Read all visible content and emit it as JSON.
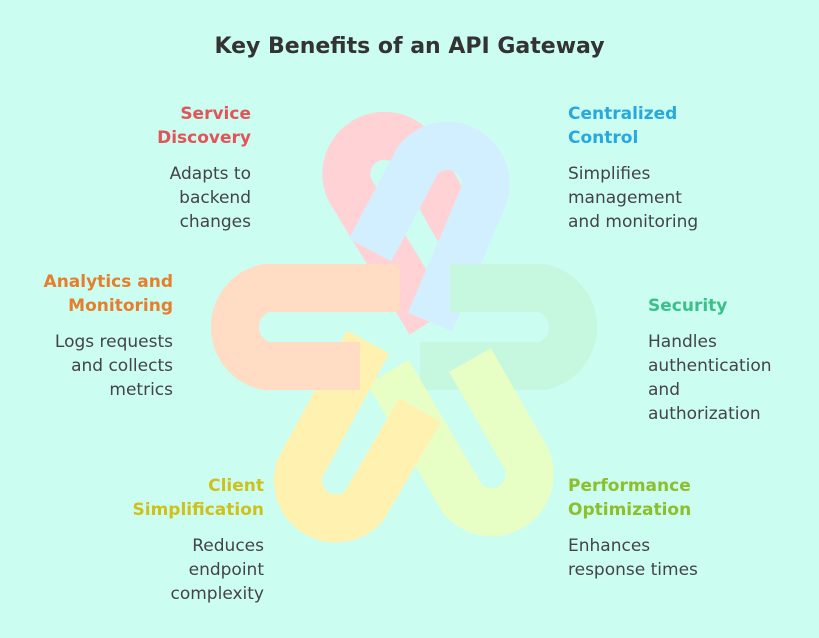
{
  "title": "Key Benefits of an API Gateway",
  "benefits": [
    {
      "heading_lines": [
        "Service",
        "Discovery"
      ],
      "desc_lines": [
        "Adapts to",
        "backend",
        "changes"
      ],
      "color": "#e3545a",
      "shape_color": "#ffd3d6"
    },
    {
      "heading_lines": [
        "Centralized",
        "Control"
      ],
      "desc_lines": [
        "Simplifies",
        "management",
        "and monitoring"
      ],
      "color": "#28a8dc",
      "shape_color": "#d2efff"
    },
    {
      "heading_lines": [
        "Security"
      ],
      "desc_lines": [
        "Handles",
        "authentication",
        "and",
        "authorization"
      ],
      "color": "#3cbf8a",
      "shape_color": "#c6f8e0"
    },
    {
      "heading_lines": [
        "Performance",
        "Optimization"
      ],
      "desc_lines": [
        "Enhances",
        "response times"
      ],
      "color": "#8cbf2a",
      "shape_color": "#e7ffc4"
    },
    {
      "heading_lines": [
        "Client",
        "Simplification"
      ],
      "desc_lines": [
        "Reduces",
        "endpoint",
        "complexity"
      ],
      "color": "#cfc11c",
      "shape_color": "#fff2b0"
    },
    {
      "heading_lines": [
        "Analytics and",
        "Monitoring"
      ],
      "desc_lines": [
        "Logs requests",
        "and collects",
        "metrics"
      ],
      "color": "#e57f2d",
      "shape_color": "#ffdcc3"
    }
  ]
}
